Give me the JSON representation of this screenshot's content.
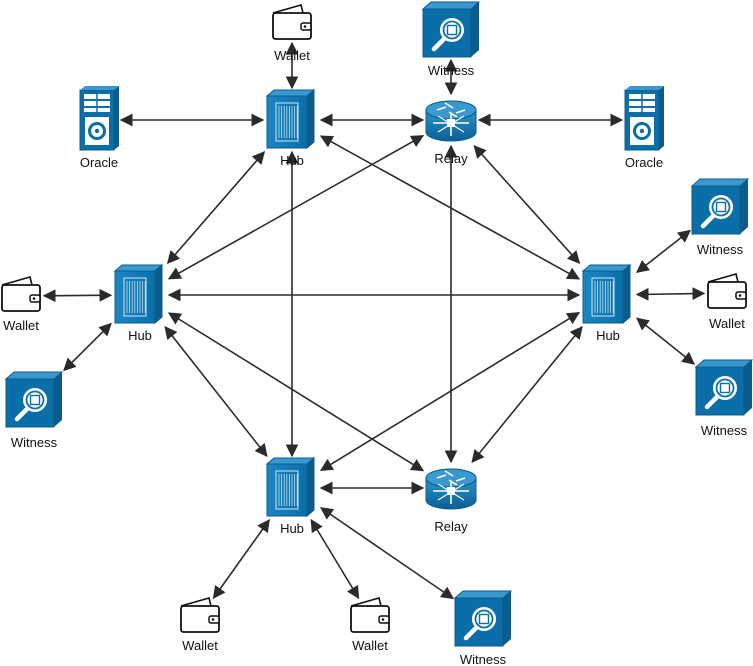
{
  "colors": {
    "device_blue": "#0a6fa8",
    "device_dark": "#0b5c8c",
    "device_light": "#3a98cf",
    "edge": "#2b2b2b",
    "wallet_stroke": "#111111"
  },
  "labels": {
    "wallet": "Wallet",
    "witness": "Witness",
    "hub": "Hub",
    "relay": "Relay",
    "oracle": "Oracle"
  },
  "nodes": [
    {
      "id": "hub-top",
      "type": "hub",
      "label": "Hub"
    },
    {
      "id": "hub-left",
      "type": "hub",
      "label": "Hub"
    },
    {
      "id": "hub-right",
      "type": "hub",
      "label": "Hub"
    },
    {
      "id": "hub-bottom",
      "type": "hub",
      "label": "Hub"
    },
    {
      "id": "relay-top",
      "type": "relay",
      "label": "Relay"
    },
    {
      "id": "relay-bottom",
      "type": "relay",
      "label": "Relay"
    },
    {
      "id": "oracle-left",
      "type": "oracle",
      "label": "Oracle"
    },
    {
      "id": "oracle-right",
      "type": "oracle",
      "label": "Oracle"
    },
    {
      "id": "wallet-top",
      "type": "wallet",
      "label": "Wallet"
    },
    {
      "id": "wallet-left",
      "type": "wallet",
      "label": "Wallet"
    },
    {
      "id": "wallet-right",
      "type": "wallet",
      "label": "Wallet"
    },
    {
      "id": "wallet-bottom-1",
      "type": "wallet",
      "label": "Wallet"
    },
    {
      "id": "wallet-bottom-2",
      "type": "wallet",
      "label": "Wallet"
    },
    {
      "id": "witness-top",
      "type": "witness",
      "label": "Witness"
    },
    {
      "id": "witness-left",
      "type": "witness",
      "label": "Witness"
    },
    {
      "id": "witness-right-1",
      "type": "witness",
      "label": "Witness"
    },
    {
      "id": "witness-right-2",
      "type": "witness",
      "label": "Witness"
    },
    {
      "id": "witness-bottom",
      "type": "witness",
      "label": "Witness"
    }
  ],
  "edges": [
    {
      "from": "hub-top",
      "to": "wallet-top",
      "arrows": "both"
    },
    {
      "from": "hub-top",
      "to": "oracle-left",
      "arrows": "both"
    },
    {
      "from": "hub-top",
      "to": "relay-top",
      "arrows": "both"
    },
    {
      "from": "hub-top",
      "to": "hub-left",
      "arrows": "both"
    },
    {
      "from": "hub-top",
      "to": "hub-bottom",
      "arrows": "both"
    },
    {
      "from": "hub-top",
      "to": "hub-right",
      "arrows": "both"
    },
    {
      "from": "relay-top",
      "to": "witness-top",
      "arrows": "both"
    },
    {
      "from": "relay-top",
      "to": "oracle-right",
      "arrows": "both"
    },
    {
      "from": "relay-top",
      "to": "hub-left",
      "arrows": "both"
    },
    {
      "from": "relay-top",
      "to": "hub-right",
      "arrows": "both"
    },
    {
      "from": "relay-top",
      "to": "relay-bottom",
      "arrows": "both"
    },
    {
      "from": "hub-left",
      "to": "hub-right",
      "arrows": "both"
    },
    {
      "from": "hub-left",
      "to": "wallet-left",
      "arrows": "both"
    },
    {
      "from": "hub-left",
      "to": "witness-left",
      "arrows": "both"
    },
    {
      "from": "hub-left",
      "to": "hub-bottom",
      "arrows": "both"
    },
    {
      "from": "hub-left",
      "to": "relay-bottom",
      "arrows": "both"
    },
    {
      "from": "hub-right",
      "to": "witness-right-1",
      "arrows": "both"
    },
    {
      "from": "hub-right",
      "to": "wallet-right",
      "arrows": "both"
    },
    {
      "from": "hub-right",
      "to": "witness-right-2",
      "arrows": "both"
    },
    {
      "from": "hub-right",
      "to": "hub-bottom",
      "arrows": "both"
    },
    {
      "from": "hub-right",
      "to": "relay-bottom",
      "arrows": "both"
    },
    {
      "from": "hub-bottom",
      "to": "relay-bottom",
      "arrows": "both"
    },
    {
      "from": "hub-bottom",
      "to": "wallet-bottom-1",
      "arrows": "both"
    },
    {
      "from": "hub-bottom",
      "to": "wallet-bottom-2",
      "arrows": "both"
    },
    {
      "from": "hub-bottom",
      "to": "witness-bottom",
      "arrows": "both"
    }
  ]
}
